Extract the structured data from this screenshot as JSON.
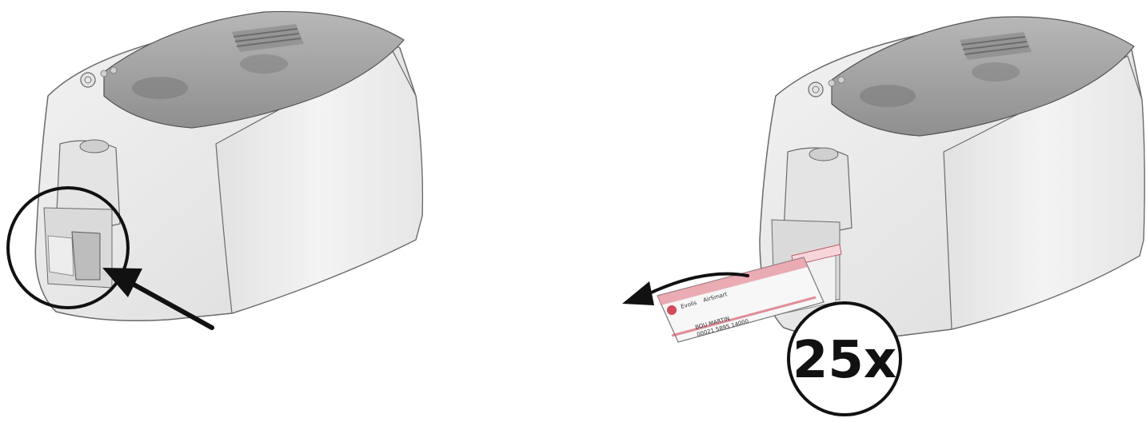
{
  "illustration": {
    "count_badge": {
      "text": "25x"
    },
    "card": {
      "brand": "Evolis",
      "brand_sub": "AirSmart",
      "line1": "BOU MARTIN",
      "line2": "00021 5895 14000"
    },
    "colors": {
      "body": "#ececec",
      "body_shadow": "#d6d6d6",
      "lid": "#9b9b9b",
      "outline": "#5a5a5a",
      "accent": "#d24a5a"
    }
  }
}
